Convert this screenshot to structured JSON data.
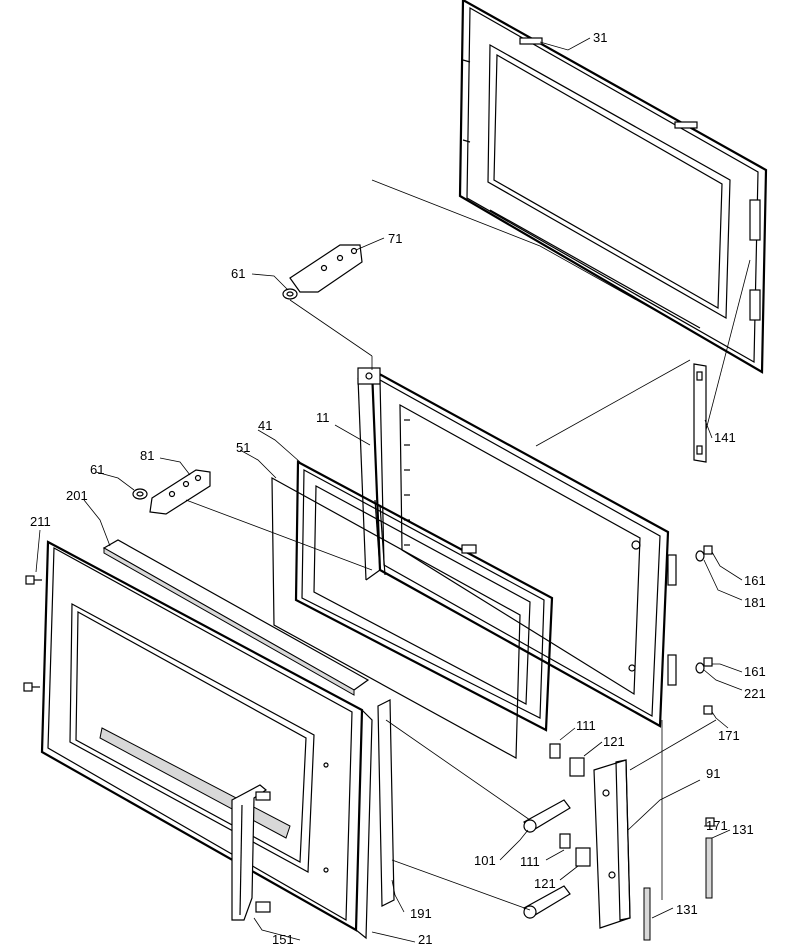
{
  "callouts": [
    {
      "id": "c31",
      "text": "31"
    },
    {
      "id": "c71",
      "text": "71"
    },
    {
      "id": "c61a",
      "text": "61"
    },
    {
      "id": "c11",
      "text": "11"
    },
    {
      "id": "c141",
      "text": "141"
    },
    {
      "id": "c41",
      "text": "41"
    },
    {
      "id": "c81",
      "text": "81"
    },
    {
      "id": "c51",
      "text": "51"
    },
    {
      "id": "c61b",
      "text": "61"
    },
    {
      "id": "c201",
      "text": "201"
    },
    {
      "id": "c211",
      "text": "211"
    },
    {
      "id": "c161a",
      "text": "161"
    },
    {
      "id": "c181",
      "text": "181"
    },
    {
      "id": "c161b",
      "text": "161"
    },
    {
      "id": "c221",
      "text": "221"
    },
    {
      "id": "c171a",
      "text": "171"
    },
    {
      "id": "c111a",
      "text": "111"
    },
    {
      "id": "c121a",
      "text": "121"
    },
    {
      "id": "c91",
      "text": "91"
    },
    {
      "id": "c171b",
      "text": "171"
    },
    {
      "id": "c131a",
      "text": "131"
    },
    {
      "id": "c101",
      "text": "101"
    },
    {
      "id": "c111b",
      "text": "111"
    },
    {
      "id": "c121b",
      "text": "121"
    },
    {
      "id": "c191",
      "text": "191"
    },
    {
      "id": "c131b",
      "text": "131"
    },
    {
      "id": "c151",
      "text": "151"
    },
    {
      "id": "c21",
      "text": "21"
    }
  ]
}
